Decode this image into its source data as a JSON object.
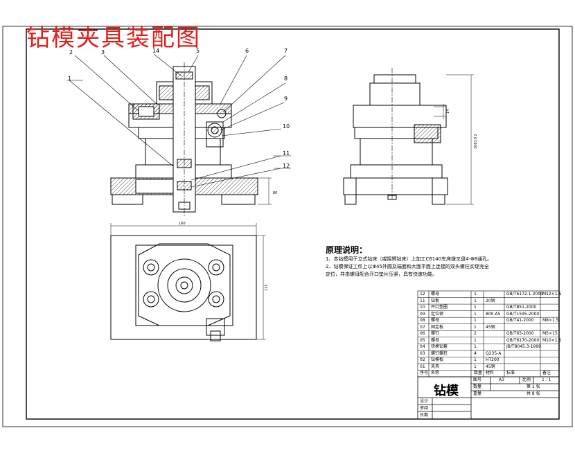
{
  "drawing": {
    "title": "钻模夹具装配图",
    "callouts": [
      "1",
      "2",
      "3",
      "14",
      "5",
      "6",
      "7",
      "8",
      "9",
      "10",
      "11",
      "12"
    ],
    "dimensions": {
      "left_view_height": "80",
      "right_view_height": "108±0.2",
      "plan_width": "160",
      "plan_height": "115",
      "side_tab": "14"
    },
    "accent_color": "#e0201c"
  },
  "notes": {
    "heading": "原理说明：",
    "lines": [
      "1、本钻模用于立式钻床（或摇臂钻床）上加工C6140车床拨叉盘4-Φ8通孔。",
      "2、钻模保证工件上以Φ45外圆及端面和大面平面上连接的双头螺柱实现完全",
      "定位，并由螺母配合开口垫片压紧，具有快速功能。"
    ]
  },
  "parts_list": {
    "rows": [
      {
        "no": "12",
        "name": "螺母",
        "qty": "1",
        "mat": "",
        "std": "GB/T6172.1-2000",
        "note": "M12×1.5"
      },
      {
        "no": "11",
        "name": "钻套",
        "qty": "1",
        "mat": "20钢",
        "std": "",
        "note": ""
      },
      {
        "no": "10",
        "name": "开口垫圈",
        "qty": "1",
        "mat": "",
        "std": "GB/T851-2000",
        "note": ""
      },
      {
        "no": "09",
        "name": "定位销",
        "qty": "1",
        "mat": "800-A5",
        "std": "GB/T1595-2000",
        "note": ""
      },
      {
        "no": "08",
        "name": "螺母",
        "qty": "1",
        "mat": "",
        "std": "GB/T41-2000",
        "note": "M8×1.5"
      },
      {
        "no": "07",
        "name": "固定板",
        "qty": "1",
        "mat": "45钢",
        "std": "",
        "note": ""
      },
      {
        "no": "06",
        "name": "螺钉",
        "qty": "2",
        "mat": "",
        "std": "GB/T65-2000",
        "note": "M5×15"
      },
      {
        "no": "05",
        "name": "螺母",
        "qty": "1",
        "mat": "",
        "std": "GB/T6170-2000",
        "note": "M10×1.5"
      },
      {
        "no": "04",
        "name": "快换钻套",
        "qty": "1",
        "mat": "",
        "std": "JB/T8045.3-1999",
        "note": ""
      },
      {
        "no": "03",
        "name": "螺钉螺柱",
        "qty": "4",
        "mat": "Q235-A",
        "std": "",
        "note": ""
      },
      {
        "no": "02",
        "name": "钻模板",
        "qty": "1",
        "mat": "HT200",
        "std": "",
        "note": ""
      },
      {
        "no": "01",
        "name": "夹具",
        "qty": "1",
        "mat": "45钢",
        "std": "",
        "note": ""
      }
    ],
    "header": {
      "no": "序号",
      "name": "名称",
      "qty": "数量",
      "mat": "材料",
      "std": "标准",
      "note": "备注"
    }
  },
  "title_block": {
    "name": "钻模",
    "drawing_no_label": "图号",
    "drawing_no": "A3",
    "scale_label": "比例",
    "scale": "1 : 1",
    "qty_label": "数量",
    "weight_label": "重量",
    "sheet_of": "第 1 张",
    "total": "共 8 张",
    "designer_label": "设计",
    "checker_label": "审阅",
    "date_label": "日期"
  }
}
